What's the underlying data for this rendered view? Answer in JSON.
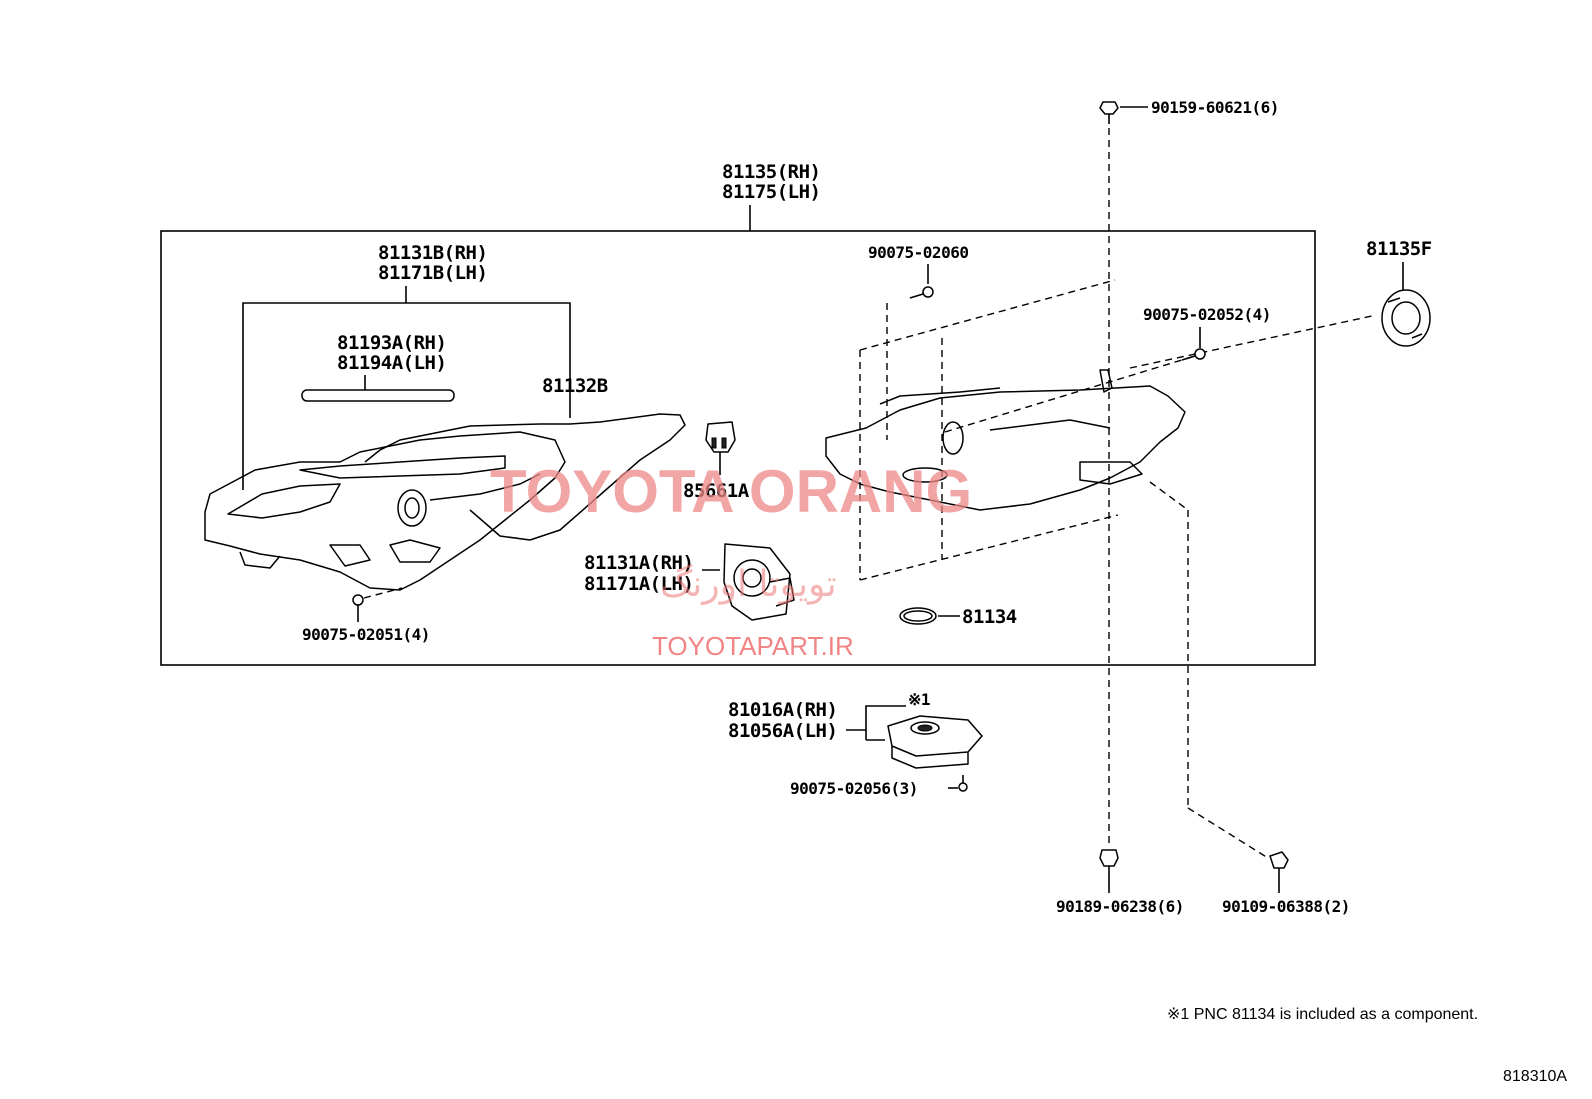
{
  "diagram_id": "818310A",
  "footnote": "※1 PNC 81134 is included as a component.",
  "watermark": {
    "main": "TOYOTA ORANG",
    "persian": "تویوتا اورنگ",
    "url": "TOYOTAPART.IR"
  },
  "labels": {
    "assy_rh": "81135(RH)",
    "assy_lh": "81175(LH)",
    "housing_rh": "81131B(RH)",
    "housing_lh": "81171B(LH)",
    "trim_rh": "81193A(RH)",
    "trim_lh": "81194A(LH)",
    "gasket": "81132B",
    "socket": "85661A",
    "lamp_unit_rh": "81131A(RH)",
    "lamp_unit_lh": "81171A(LH)",
    "screw_lower_left": "90075-02051(4)",
    "screw_top": "90075-02060",
    "screw_right": "90075-02052(4)",
    "cap": "81135F",
    "bolt_top": "90159-60621(6)",
    "oring": "81134",
    "ballast_rh": "81016A(RH)",
    "ballast_lh": "81056A(LH)",
    "ballast_ref": "※1",
    "ballast_screw": "90075-02056(3)",
    "bolt_bottom_left": "90189-06238(6)",
    "bolt_bottom_right": "90109-06388(2)"
  },
  "icons": [
    "screw-icon",
    "bolt-icon",
    "headlamp-housing-icon",
    "gasket-icon",
    "socket-icon",
    "lamp-unit-icon",
    "cap-icon",
    "oring-icon",
    "ballast-icon"
  ]
}
